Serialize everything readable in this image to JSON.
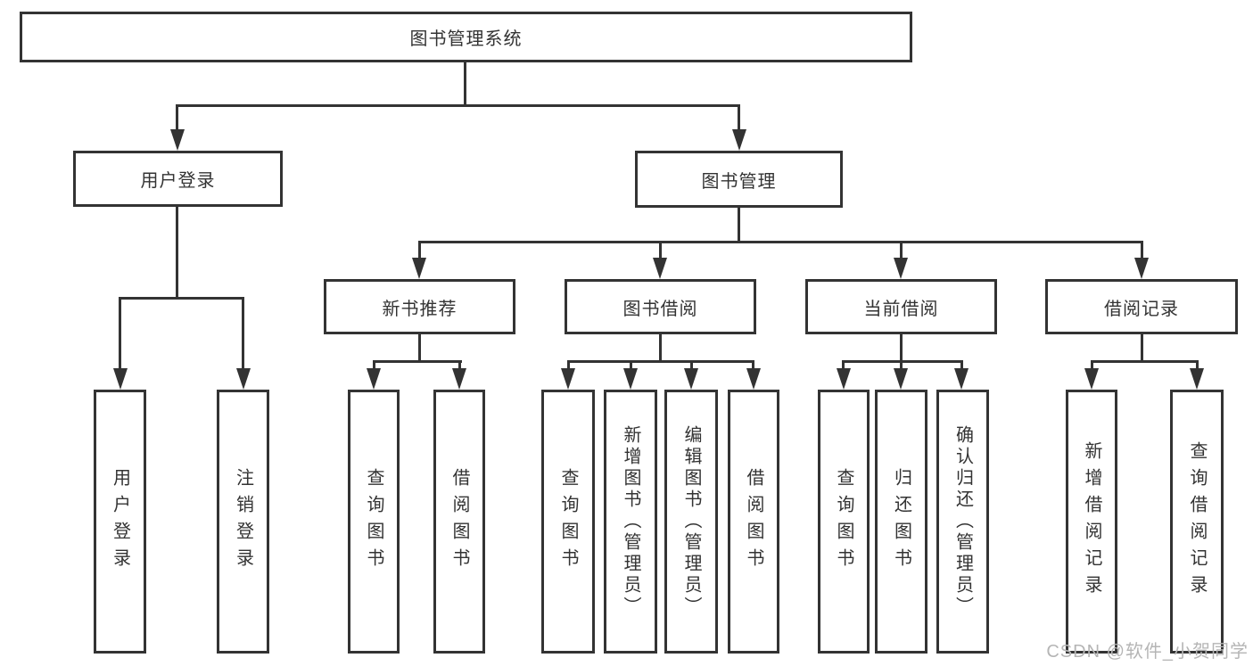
{
  "tree": {
    "root": {
      "label": "图书管理系统"
    },
    "branches": [
      {
        "label": "用户登录",
        "children": [
          {
            "label": "用户登录"
          },
          {
            "label": "注销登录"
          }
        ]
      },
      {
        "label": "图书管理",
        "children": [
          {
            "label": "新书推荐",
            "children": [
              {
                "label": "查询图书"
              },
              {
                "label": "借阅图书"
              }
            ]
          },
          {
            "label": "图书借阅",
            "children": [
              {
                "label": "查询图书"
              },
              {
                "label": "新增图书（管理员）"
              },
              {
                "label": "编辑图书（管理员）"
              },
              {
                "label": "借阅图书"
              }
            ]
          },
          {
            "label": "当前借阅",
            "children": [
              {
                "label": "查询图书"
              },
              {
                "label": "归还图书"
              },
              {
                "label": "确认归还（管理员）"
              }
            ]
          },
          {
            "label": "借阅记录",
            "children": [
              {
                "label": "新增借阅记录"
              },
              {
                "label": "查询借阅记录"
              }
            ]
          }
        ]
      }
    ]
  },
  "watermark": {
    "text": "CSDN @软件_小贺同学"
  },
  "colors": {
    "line": "#333333",
    "text": "#333333",
    "watermark": "#b5b5b5",
    "background": "#ffffff"
  }
}
